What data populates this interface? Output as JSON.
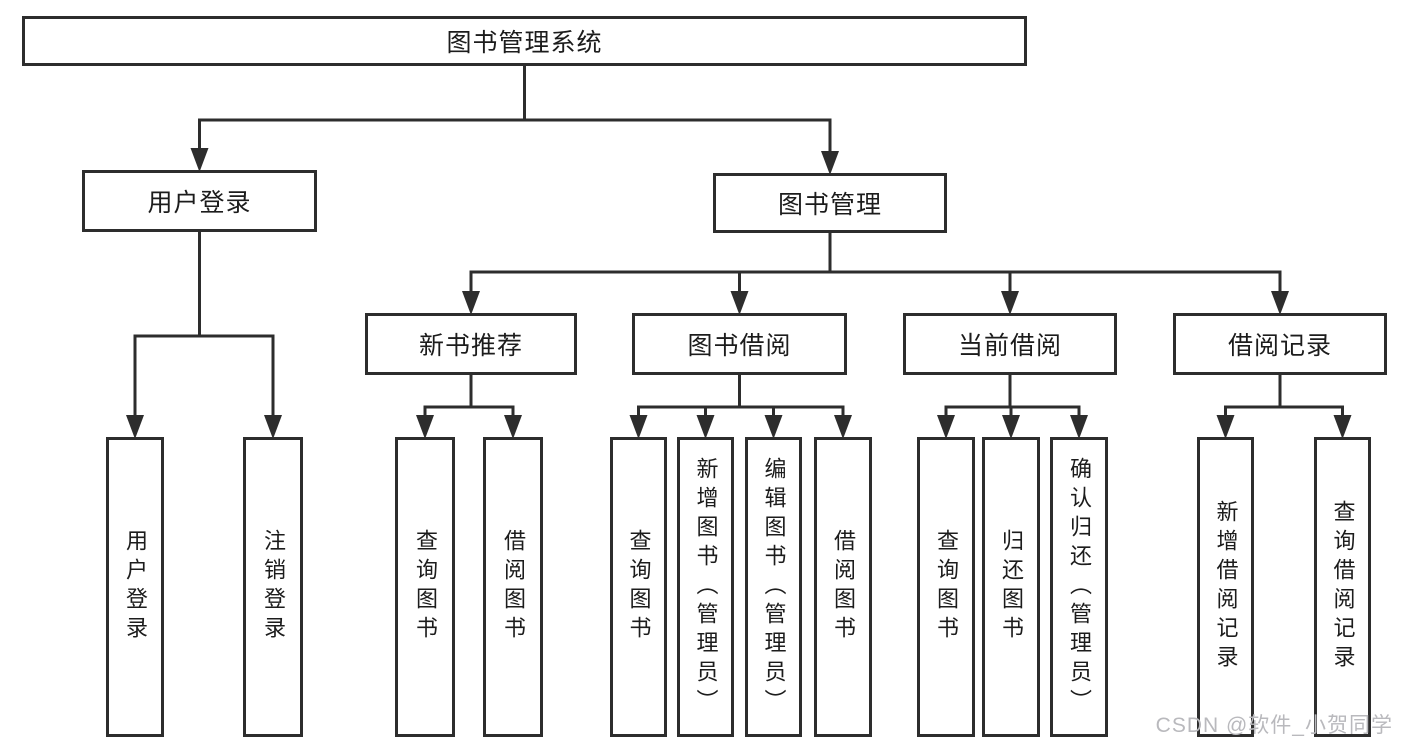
{
  "diagram": {
    "title": "图书管理系统",
    "nodes": [
      {
        "id": "root",
        "label": "图书管理系统",
        "orientation": "horizontal"
      },
      {
        "id": "login",
        "label": "用户登录",
        "orientation": "horizontal"
      },
      {
        "id": "mgmt",
        "label": "图书管理",
        "orientation": "horizontal"
      },
      {
        "id": "user-login",
        "label": "用户登录",
        "orientation": "vertical"
      },
      {
        "id": "logout",
        "label": "注销登录",
        "orientation": "vertical"
      },
      {
        "id": "new-book",
        "label": "新书推荐",
        "orientation": "horizontal"
      },
      {
        "id": "book-borrow",
        "label": "图书借阅",
        "orientation": "horizontal"
      },
      {
        "id": "current-borrow",
        "label": "当前借阅",
        "orientation": "horizontal"
      },
      {
        "id": "borrow-record",
        "label": "借阅记录",
        "orientation": "horizontal"
      },
      {
        "id": "nb-query",
        "label": "查询图书",
        "orientation": "vertical"
      },
      {
        "id": "nb-borrow",
        "label": "借阅图书",
        "orientation": "vertical"
      },
      {
        "id": "bw-query",
        "label": "查询图书",
        "orientation": "vertical"
      },
      {
        "id": "bw-add",
        "label": "新增图书（管理员）",
        "orientation": "vertical"
      },
      {
        "id": "bw-edit",
        "label": "编辑图书（管理员）",
        "orientation": "vertical"
      },
      {
        "id": "bw-borrow",
        "label": "借阅图书",
        "orientation": "vertical"
      },
      {
        "id": "cur-query",
        "label": "查询图书",
        "orientation": "vertical"
      },
      {
        "id": "cur-return",
        "label": "归还图书",
        "orientation": "vertical"
      },
      {
        "id": "cur-confirm",
        "label": "确认归还（管理员）",
        "orientation": "vertical"
      },
      {
        "id": "rec-add",
        "label": "新增借阅记录",
        "orientation": "vertical"
      },
      {
        "id": "rec-query",
        "label": "查询借阅记录",
        "orientation": "vertical"
      }
    ],
    "edges": [
      {
        "from": "root",
        "to": "login"
      },
      {
        "from": "root",
        "to": "mgmt"
      },
      {
        "from": "login",
        "to": "user-login"
      },
      {
        "from": "login",
        "to": "logout"
      },
      {
        "from": "mgmt",
        "to": "new-book"
      },
      {
        "from": "mgmt",
        "to": "book-borrow"
      },
      {
        "from": "mgmt",
        "to": "current-borrow"
      },
      {
        "from": "mgmt",
        "to": "borrow-record"
      },
      {
        "from": "new-book",
        "to": "nb-query"
      },
      {
        "from": "new-book",
        "to": "nb-borrow"
      },
      {
        "from": "book-borrow",
        "to": "bw-query"
      },
      {
        "from": "book-borrow",
        "to": "bw-add"
      },
      {
        "from": "book-borrow",
        "to": "bw-edit"
      },
      {
        "from": "book-borrow",
        "to": "bw-borrow"
      },
      {
        "from": "current-borrow",
        "to": "cur-query"
      },
      {
        "from": "current-borrow",
        "to": "cur-return"
      },
      {
        "from": "current-borrow",
        "to": "cur-confirm"
      },
      {
        "from": "borrow-record",
        "to": "rec-add"
      },
      {
        "from": "borrow-record",
        "to": "rec-query"
      }
    ]
  },
  "watermark": {
    "text": "CSDN @软件_小贺同学"
  },
  "colors": {
    "line": "#2d2d2d",
    "box_border": "#2d2d2d",
    "text": "#1c1c1c",
    "watermark": "#b9b9bd",
    "background": "#ffffff"
  }
}
